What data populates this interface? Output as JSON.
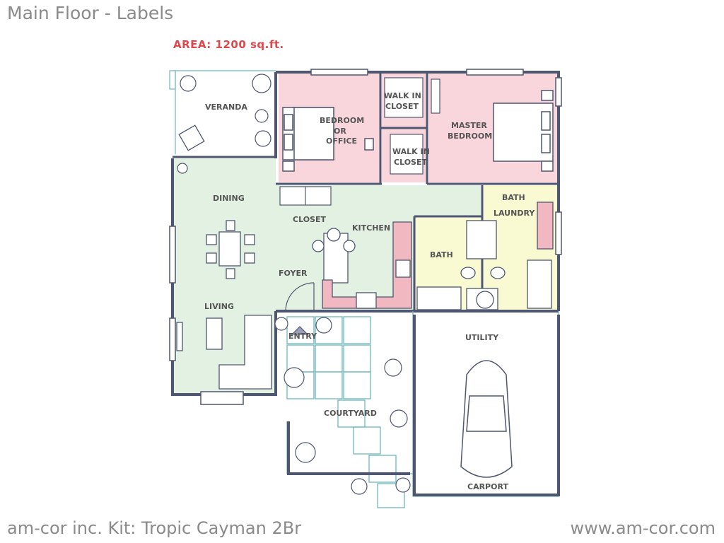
{
  "title": "Main Floor - Labels",
  "area": "AREA: 1200 sq.ft.",
  "footer": {
    "left": "am-cor inc. Kit: Tropic Cayman 2Br",
    "right": "www.am-cor.com"
  },
  "colors": {
    "bedroom": "#f9d5dc",
    "living": "#e3f1e3",
    "bath": "#fafad2",
    "wall": "#4f5670",
    "outline": "#6bb7bd",
    "kitchen_counter": "#f1b8c2"
  },
  "labels": {
    "veranda": "VERANDA",
    "bedroom_l1": "BEDROOM",
    "bedroom_l2": "OR",
    "bedroom_l3": "OFFICE",
    "walkin1_l1": "WALK IN",
    "walkin1_l2": "CLOSET",
    "walkin2_l1": "WALK IN",
    "walkin2_l2": "CLOSET",
    "master_l1": "MASTER",
    "master_l2": "BEDROOM",
    "dining": "DINING",
    "closet": "CLOSET",
    "kitchen": "KITCHEN",
    "bath1": "BATH",
    "bath2": "BATH",
    "laundry": "LAUNDRY",
    "foyer": "FOYER",
    "living": "LIVING",
    "entry": "ENTRY",
    "utility": "UTILITY",
    "courtyard": "COURTYARD",
    "carport": "CARPORT"
  }
}
